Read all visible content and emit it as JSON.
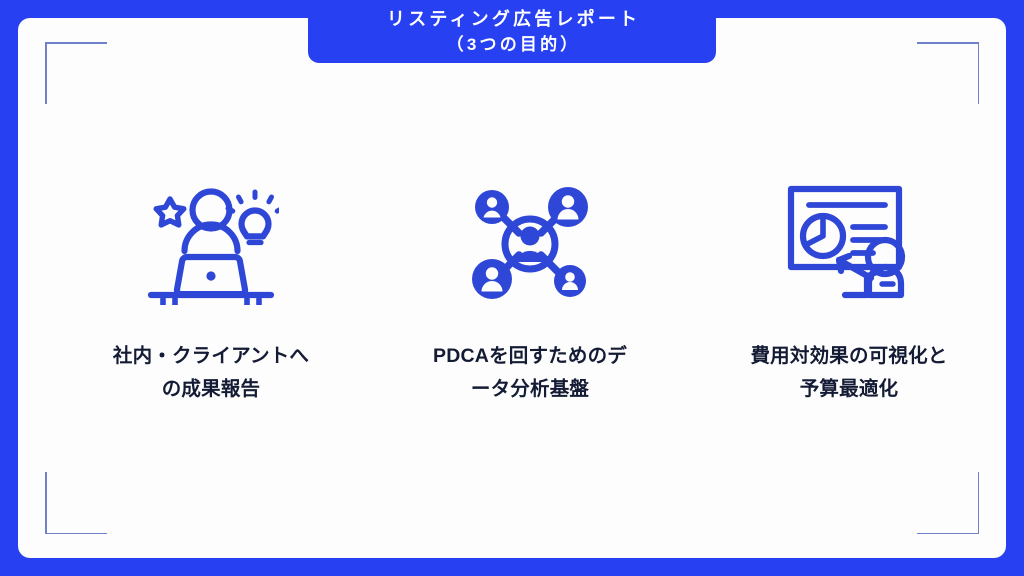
{
  "theme": {
    "background_blue": "#2740F2",
    "card_white": "#FDFDFD",
    "icon_blue": "#2F47D6",
    "text_navy": "#141B34",
    "bracket_blue": "#6F82C9"
  },
  "banner": {
    "title_line1": "リスティング広告レポート",
    "title_line2": "（3つの目的）"
  },
  "columns": [
    {
      "icon_name": "person-at-laptop-icon",
      "caption_line1": "社内・クライアントへ",
      "caption_line2": "の成果報告"
    },
    {
      "icon_name": "people-network-icon",
      "caption_line1": "PDCAを回すためのデ",
      "caption_line2": "ータ分析基盤"
    },
    {
      "icon_name": "presentation-chart-person-icon",
      "caption_line1": "費用対効果の可視化と",
      "caption_line2": "予算最適化"
    }
  ],
  "decorations": {
    "bracket_top_left": "corner-bracket",
    "bracket_top_right": "corner-bracket",
    "bracket_bottom_left": "corner-bracket",
    "bracket_bottom_right": "corner-bracket"
  }
}
